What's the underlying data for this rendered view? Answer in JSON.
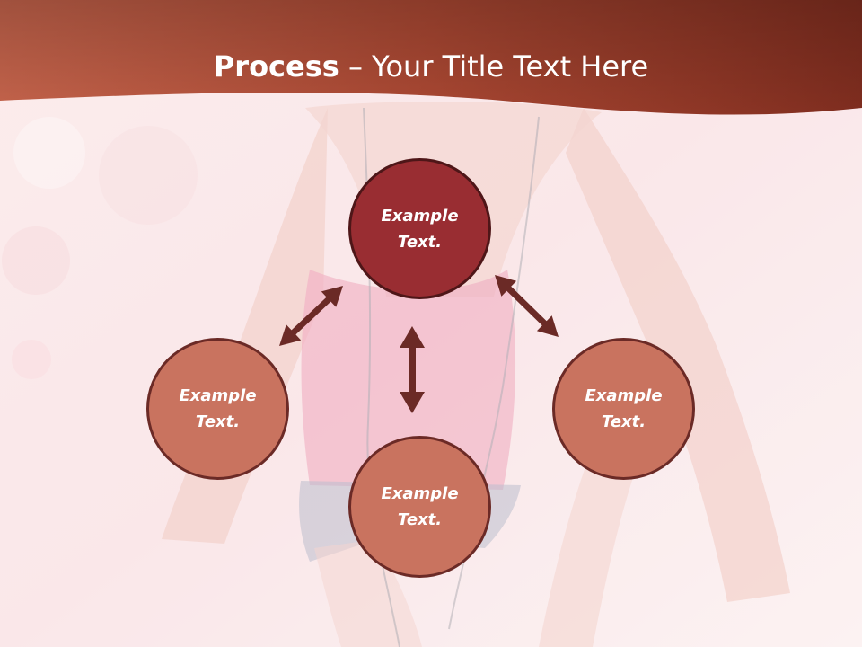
{
  "slide": {
    "title_bold": "Process",
    "title_rest": " – Your Title Text Here"
  },
  "colors": {
    "banner": "#9e3a26",
    "center_node": "#992d32",
    "outer_node": "#c9735f",
    "arrow": "#6b2a26"
  },
  "diagram": {
    "center": {
      "label": "Example Text."
    },
    "left": {
      "label": "Example Text."
    },
    "right": {
      "label": "Example Text."
    },
    "bottom": {
      "label": "Example Text."
    }
  }
}
